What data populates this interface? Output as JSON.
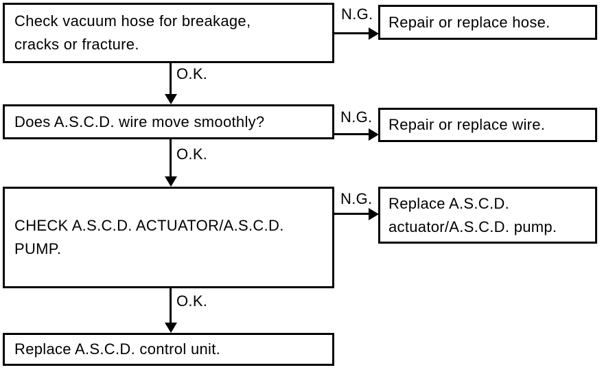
{
  "flowchart": {
    "ok_label": "O.K.",
    "ng_label": "N.G.",
    "rows": [
      {
        "check": {
          "lines": [
            "Check vacuum hose for breakage,",
            "cracks or fracture."
          ]
        },
        "ng_action": {
          "lines": [
            "Repair or replace hose."
          ]
        }
      },
      {
        "check": {
          "lines": [
            "Does A.S.C.D. wire move smoothly?"
          ]
        },
        "ng_action": {
          "lines": [
            "Repair or replace wire."
          ]
        }
      },
      {
        "check": {
          "lines": [
            "CHECK A.S.C.D. ACTUATOR/A.S.C.D.",
            "PUMP."
          ]
        },
        "ng_action": {
          "lines": [
            "Replace A.S.C.D.",
            "actuator/A.S.C.D. pump."
          ]
        }
      }
    ],
    "final": {
      "text": "Replace A.S.C.D. control unit."
    }
  },
  "colors": {
    "stroke": "#000000",
    "background": "#ffffff"
  }
}
